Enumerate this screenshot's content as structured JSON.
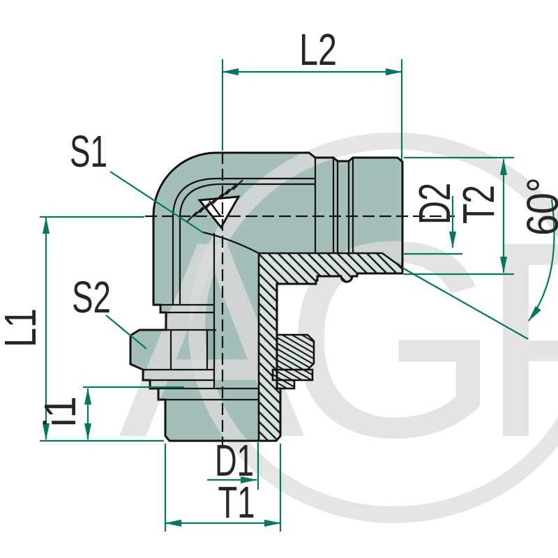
{
  "page": {
    "background": "#ffffff",
    "description_visible_text_only": true
  },
  "watermark": {
    "text": "AGP"
  },
  "labels": {
    "l2": "L2",
    "s1": "S1",
    "s2": "S2",
    "l1": "L1",
    "i1": "i1",
    "d1": "D1",
    "t1": "T1",
    "d2": "D2",
    "t2": "T2",
    "angle": "60°"
  },
  "colors": {
    "dimension_green": "#00795e",
    "body_teal": "#a4beba",
    "body_teal_dark": "#8fafab",
    "section_fill": "#d7e2de",
    "outline_black": "#111111",
    "label_text": "#262626",
    "watermark_gray": "#dcdcdc"
  }
}
